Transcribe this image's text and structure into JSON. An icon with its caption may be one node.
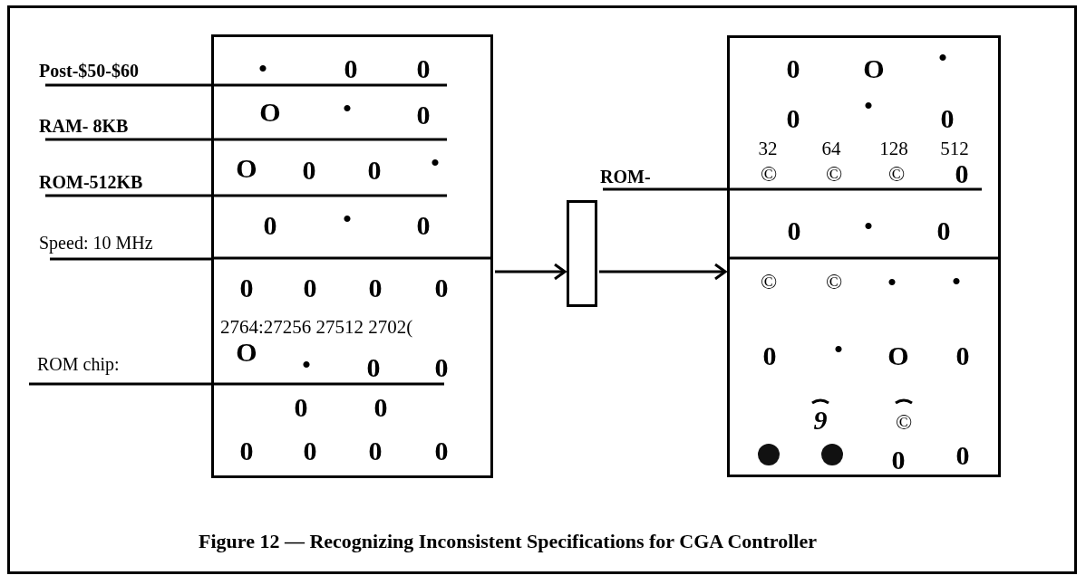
{
  "diagram": {
    "caption": "Figure 12 — Recognizing Inconsistent Specifications for CGA Controller",
    "nodes": [
      {
        "text": [],
        "shape": "box"
      },
      {
        "text": [],
        "shape": "box"
      },
      {
        "text": [],
        "shape": "box"
      }
    ],
    "edges": [
      {
        "from": 0,
        "to": 1,
        "arrow": "to"
      },
      {
        "from": 1,
        "to": 2,
        "arrow": "to"
      }
    ],
    "labels": [
      "Post-$50-$60",
      "•",
      "0",
      "0",
      "RAM- 8KB",
      "O",
      "•",
      "0",
      "ROM-512KB",
      "O",
      "0",
      "0",
      "•",
      "Speed: 10 MHz",
      "0",
      "•",
      "0",
      "0",
      "0",
      "0",
      "0",
      "2764:27256 27512 2702(",
      "ROM chip:",
      "O",
      "•",
      "0",
      "0",
      "0",
      "0",
      "0",
      "0",
      "0",
      "0",
      "0",
      "O",
      "•",
      "0",
      "•",
      "0",
      "32",
      "64",
      "128",
      "512",
      "ROM-",
      "©",
      "©",
      "©",
      "0",
      "0",
      "•",
      "0",
      "©",
      "©",
      "•",
      "•",
      "0",
      "•",
      "O",
      "0",
      "9",
      "©",
      "0",
      "0"
    ]
  }
}
